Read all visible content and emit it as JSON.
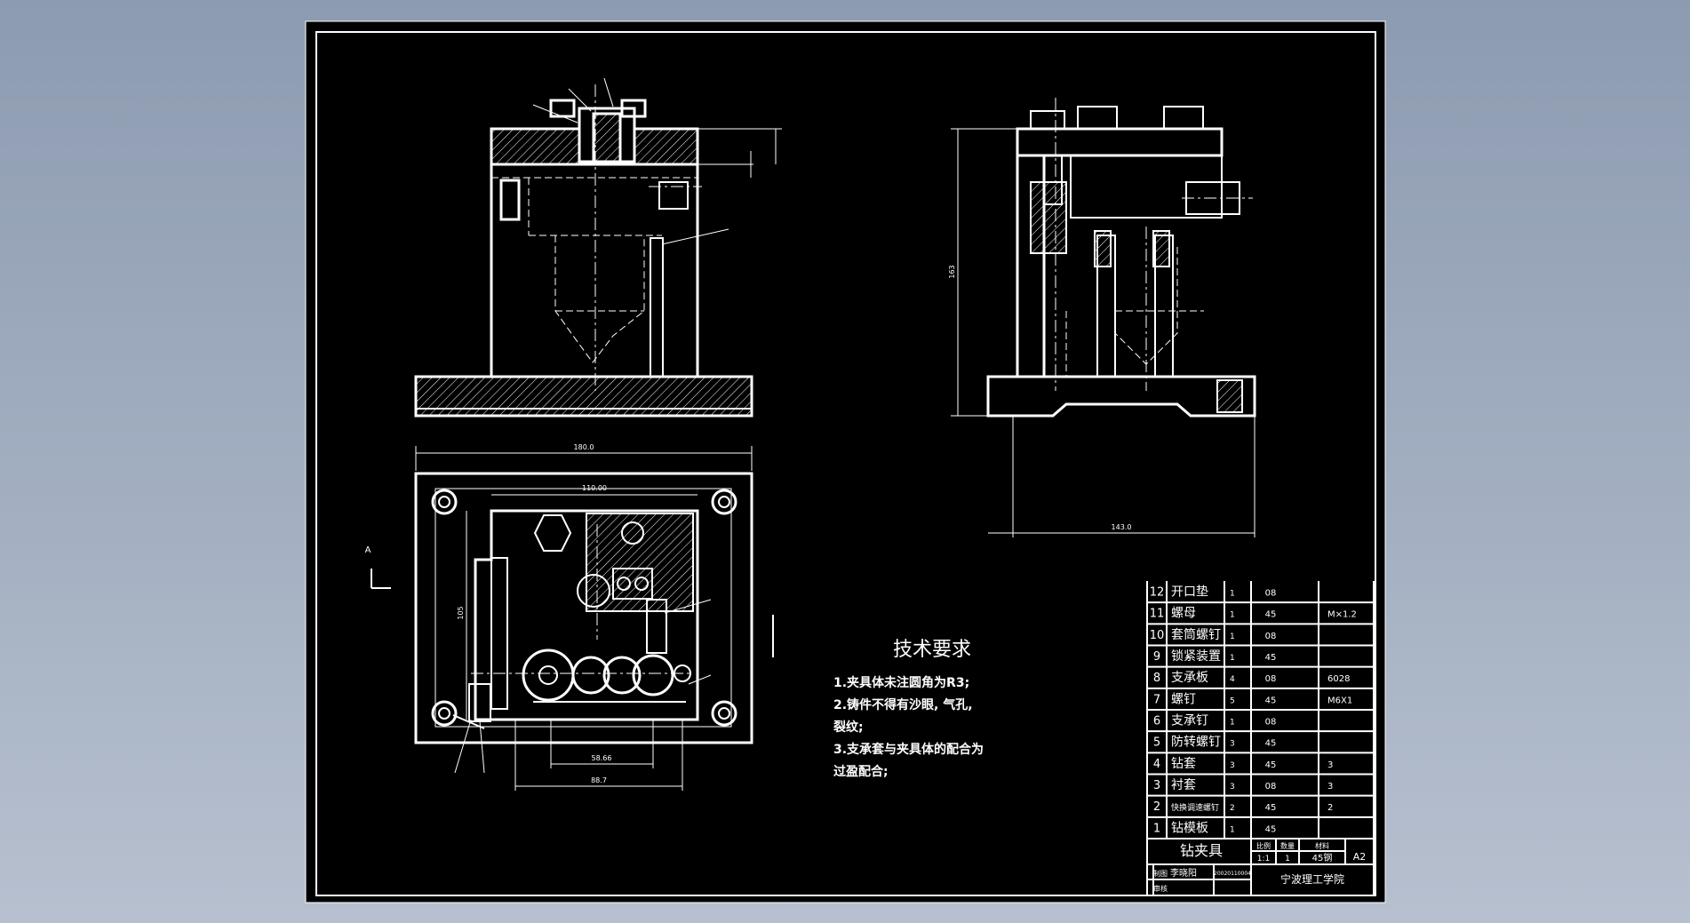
{
  "drawing": {
    "tech_requirements": {
      "title": "技术要求",
      "lines": [
        "1.夹具体未注圆角为R3;",
        "2.铸件不得有沙眼, 气孔,",
        "裂纹;",
        "3.支承套与夹具体的配合为",
        "过盈配合;"
      ]
    },
    "dimensions": {
      "front_width": "180.0",
      "plan_inner": "110.00",
      "plan_depth": "105",
      "plan_bottom1": "58.66",
      "plan_bottom2": "88.7",
      "side_height": "163",
      "side_width": "143.0"
    },
    "section_mark": "A",
    "bom": [
      {
        "no": "12",
        "name": "开口垫",
        "qty": "1",
        "material": "08",
        "note": ""
      },
      {
        "no": "11",
        "name": "螺母",
        "qty": "1",
        "material": "45",
        "note": "M×1.2"
      },
      {
        "no": "10",
        "name": "套筒螺钉",
        "qty": "1",
        "material": "08",
        "note": ""
      },
      {
        "no": "9",
        "name": "锁紧装置",
        "qty": "1",
        "material": "45",
        "note": ""
      },
      {
        "no": "8",
        "name": "支承板",
        "qty": "4",
        "material": "08",
        "note": "6028"
      },
      {
        "no": "7",
        "name": "螺钉",
        "qty": "5",
        "material": "45",
        "note": "M6X1"
      },
      {
        "no": "6",
        "name": "支承钉",
        "qty": "1",
        "material": "08",
        "note": ""
      },
      {
        "no": "5",
        "name": "防转螺钉",
        "qty": "3",
        "material": "45",
        "note": ""
      },
      {
        "no": "4",
        "name": "钻套",
        "qty": "3",
        "material": "45",
        "note": "3"
      },
      {
        "no": "3",
        "name": "衬套",
        "qty": "3",
        "material": "08",
        "note": "3"
      },
      {
        "no": "2",
        "name": "快换调速螺钉",
        "qty": "2",
        "material": "45",
        "note": "2"
      },
      {
        "no": "1",
        "name": "钻模板",
        "qty": "1",
        "material": "45",
        "note": ""
      }
    ],
    "title_block": {
      "name": "钻夹具",
      "h_scale": "比例",
      "h_qty": "数量",
      "h_material": "材料",
      "scale": "1:1",
      "qty": "1",
      "material": "45钢",
      "sheet_size": "A2",
      "drawn_label": "制图",
      "drawer": "李晓阳",
      "drawing_no": "20020110004",
      "check_label": "审核",
      "school": "宁波理工学院"
    }
  }
}
